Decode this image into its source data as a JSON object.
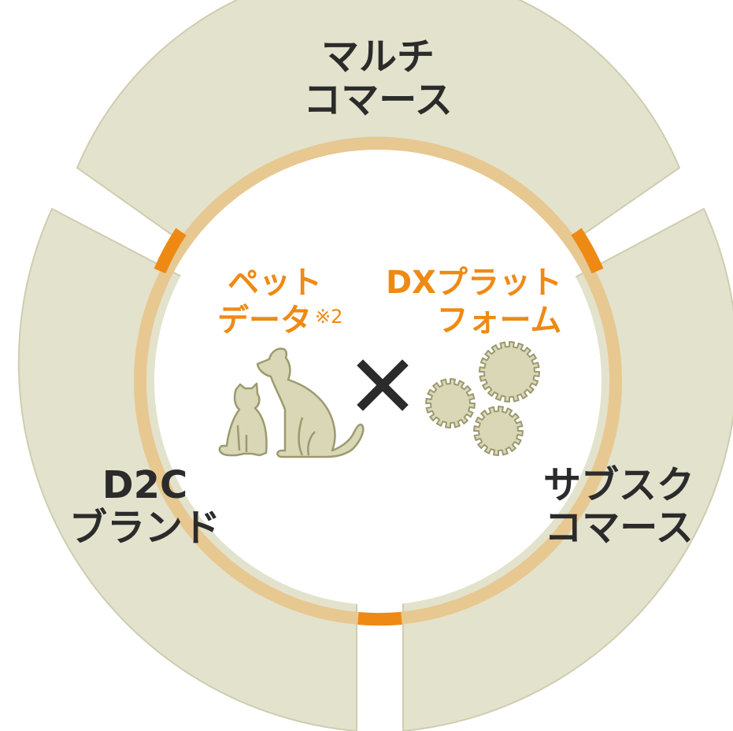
{
  "segments": {
    "top": {
      "line1": "マルチ",
      "line2": "コマース"
    },
    "left": {
      "line1": "D2C",
      "line2": "ブランド"
    },
    "right": {
      "line1": "サブスク",
      "line2": "コマース"
    }
  },
  "center": {
    "left_title": {
      "line1": "ペット",
      "line2": "データ",
      "note": "※2"
    },
    "right_title": {
      "line1": "DXプラット",
      "line2": "フォーム"
    },
    "operator": "×"
  },
  "colors": {
    "segment_fill": "#e3e2cc",
    "segment_stroke": "#cfcdb0",
    "ring": "#e7c891",
    "ring_accent": "#ee8a14",
    "label_text": "#2b2b2b",
    "accent_text": "#ee8a14",
    "icon_fill": "#d9d7b6",
    "icon_stroke": "#9c9a6e"
  },
  "icons": [
    "cat-icon",
    "dog-icon",
    "multiply-icon",
    "gear-icon",
    "gear-icon",
    "gear-icon"
  ]
}
